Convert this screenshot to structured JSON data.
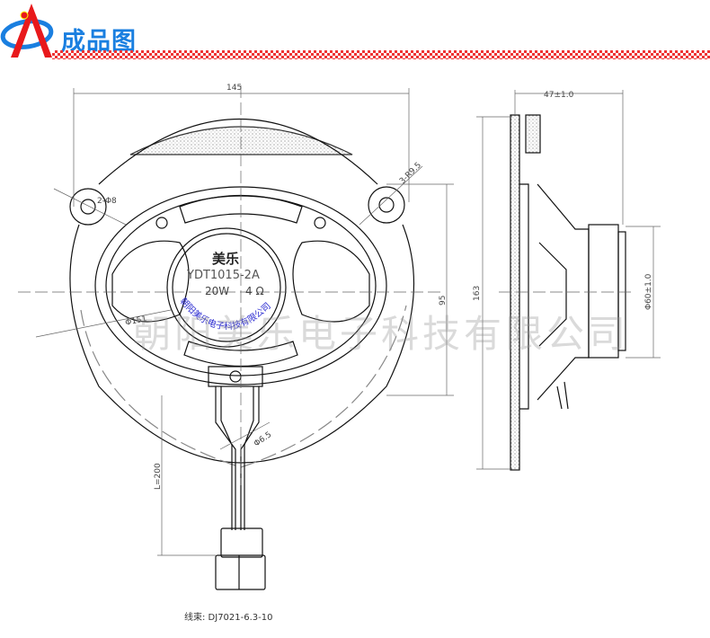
{
  "header": {
    "title": "成品图",
    "logo": "company-logo"
  },
  "front_view": {
    "width_dim": "145",
    "hole_dim": "2-Φ8",
    "radius_dim": "3-R9.5",
    "height_dim": "95",
    "cap_dim": "Φ151",
    "wire_dim": "Φ6.5",
    "length_dim": "L=200",
    "brand": "美乐",
    "model": "YDT1015-2A",
    "power": "20W",
    "impedance": "4 Ω",
    "company_arc": "朝阳美乐电子科技有限公司"
  },
  "side_view": {
    "depth_dim": "47±1.0",
    "total_dim": "163",
    "magnet_dim": "Φ60±1.0"
  },
  "harness_label": "线束: DJ7021-6.3-10",
  "watermark": "朝阳美乐电子科技有限公司",
  "colors": {
    "brand_blue": "#1a7fe0",
    "logo_red": "#e8191c",
    "stamp_blue": "#2a2ad0"
  }
}
